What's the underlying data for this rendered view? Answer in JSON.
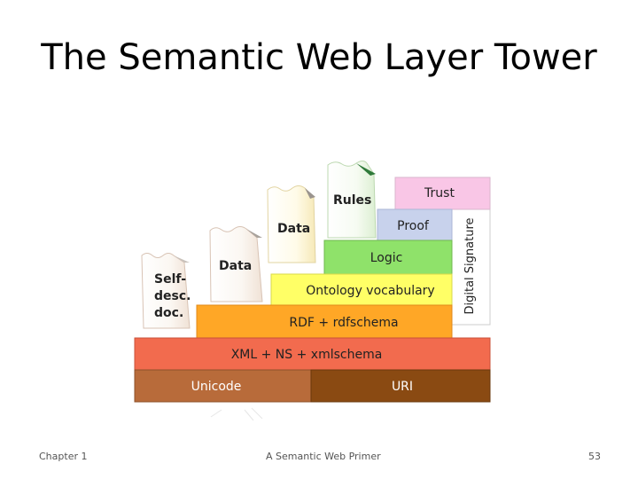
{
  "slide": {
    "title": "The Semantic Web Layer Tower",
    "footer_left": "Chapter 1",
    "footer_center": "A Semantic Web Primer",
    "footer_right": "53"
  },
  "tower": {
    "layers": {
      "unicode": "Unicode",
      "uri": "URI",
      "xml": "XML + NS + xmlschema",
      "rdf": "RDF + rdfschema",
      "ontology": "Ontology vocabulary",
      "logic": "Logic",
      "proof": "Proof",
      "trust": "Trust",
      "signature": "Digital Signature"
    },
    "documents": {
      "self_desc_lines": [
        "Self-",
        "desc.",
        "doc."
      ],
      "data_lower": "Data",
      "data_upper": "Data",
      "rules": "Rules"
    },
    "colors": {
      "unicode": "#b86b3a",
      "uri": "#8a4a12",
      "xml": "#f26b4e",
      "rdf": "#ffa726",
      "ontology": "#ffff66",
      "logic": "#8fe26a",
      "proof": "#c8d2ec",
      "trust": "#f9c6e6",
      "signature": "#ffffff"
    }
  }
}
